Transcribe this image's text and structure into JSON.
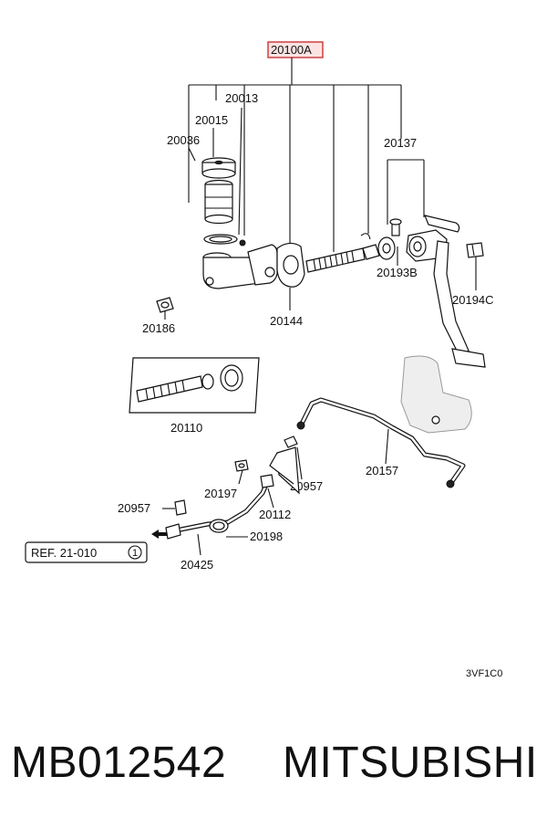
{
  "diagram": {
    "labels": {
      "assembly": "20100A",
      "p20013": "20013",
      "p20015": "20015",
      "p20036": "20036",
      "p20137": "20137",
      "p20193b": "20193B",
      "p20194c": "20194C",
      "p20186": "20186",
      "p20144": "20144",
      "p20110": "20110",
      "p20157": "20157",
      "p20957a": "20957",
      "p20957b": "20957",
      "p20197": "20197",
      "p20112": "20112",
      "p20198": "20198",
      "p20425": "20425",
      "ref_text": "REF. 21-010",
      "ref_num": "1",
      "code": "3VF1C0"
    },
    "colors": {
      "assembly_box": "#cc3333",
      "assembly_fill": "#fbe3e3"
    }
  },
  "footer": {
    "part_number": "MB012542",
    "brand": "MITSUBISHI"
  }
}
